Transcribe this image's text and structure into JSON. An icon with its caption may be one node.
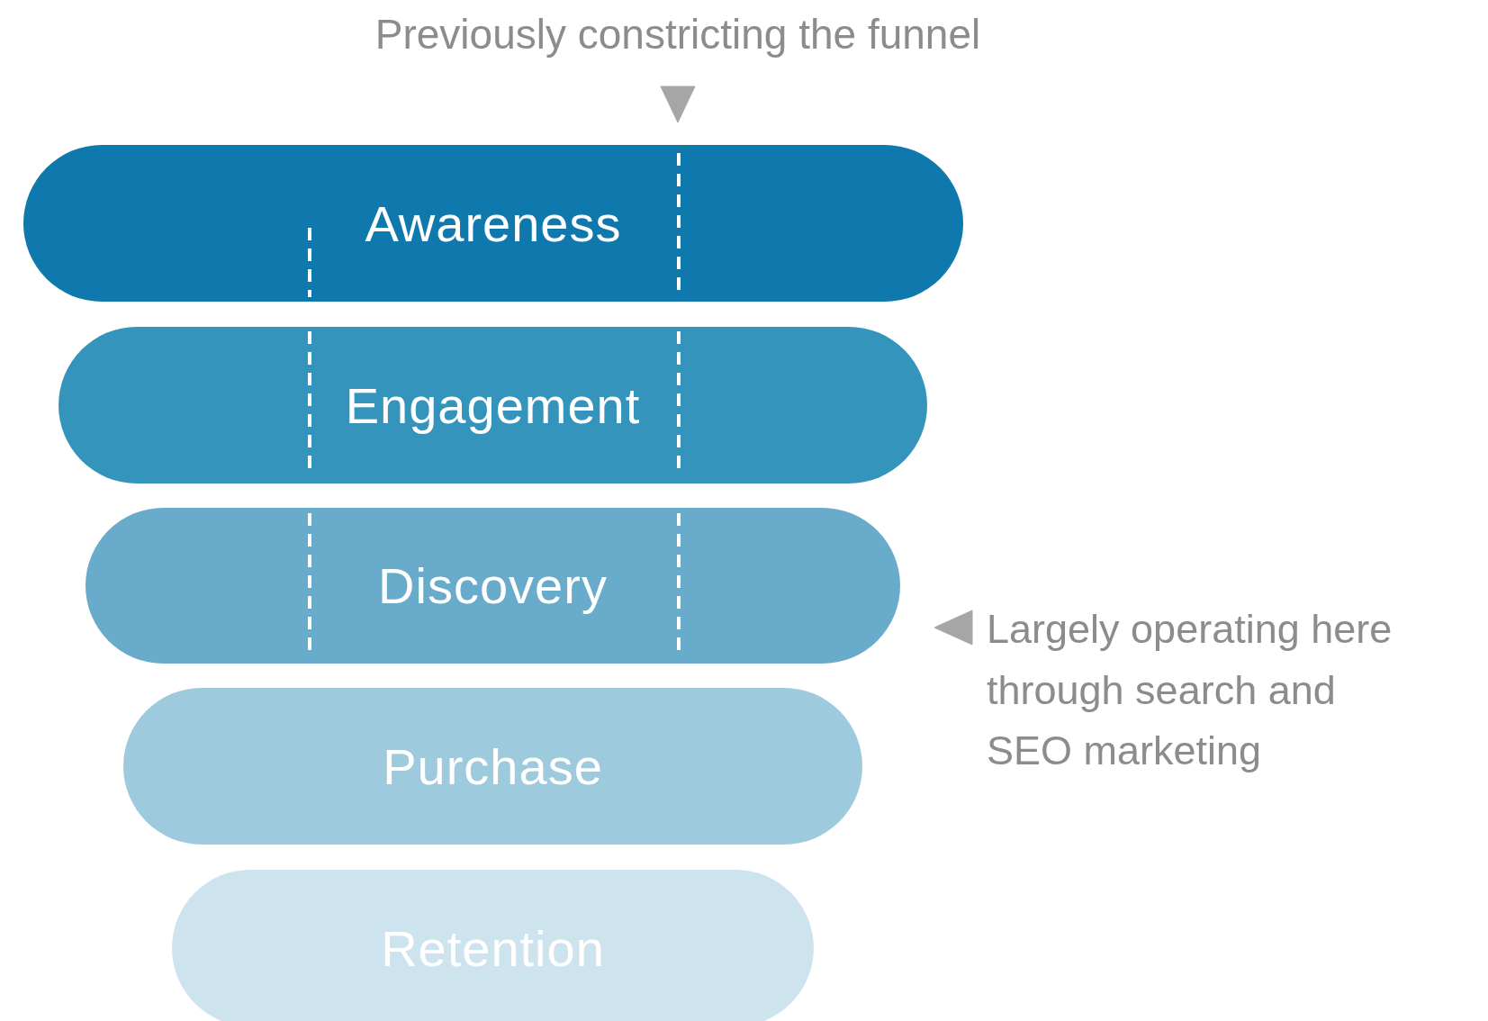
{
  "diagram": {
    "nodes": [
      {
        "text": [
          "Previously constricting the funnel"
        ]
      },
      {
        "text": [
          "Awareness"
        ]
      },
      {
        "text": [
          "Engagement"
        ]
      },
      {
        "text": [
          "Discovery"
        ]
      },
      {
        "text": [
          "Purchase"
        ]
      },
      {
        "text": [
          "Retention"
        ]
      },
      {
        "text": [
          "Largely operating here through search and SEO marketing"
        ]
      }
    ],
    "edges": [
      {
        "from": 0,
        "to": 1,
        "arrow": "to"
      },
      {
        "from": 6,
        "to": 3,
        "arrow": "to"
      }
    ]
  }
}
